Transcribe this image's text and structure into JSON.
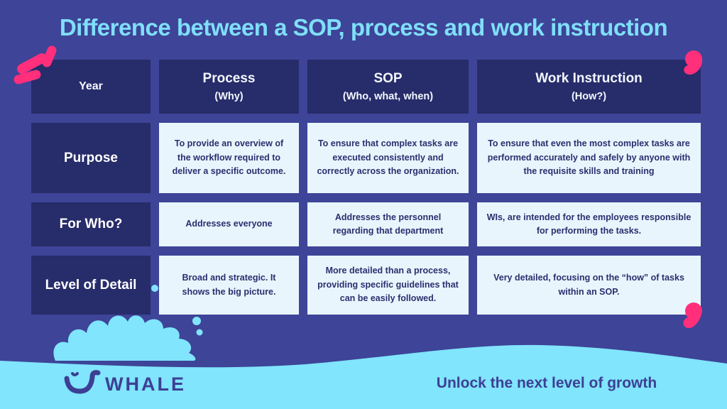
{
  "title": "Difference between a SOP, process and work instruction",
  "table": {
    "corner_label": "Year",
    "columns": [
      {
        "name": "Process",
        "subtitle": "(Why)"
      },
      {
        "name": "SOP",
        "subtitle": "(Who, what, when)"
      },
      {
        "name": "Work Instruction",
        "subtitle": "(How?)"
      }
    ],
    "rows": [
      {
        "label": "Purpose",
        "cells": [
          "To provide an overview of the workflow required to deliver a specific outcome.",
          "To ensure that complex tasks are executed consistently and correctly across the organization.",
          "To ensure that even the most complex tasks are performed accurately and safely by anyone with the requisite skills and training"
        ]
      },
      {
        "label": "For Who?",
        "cells": [
          "Addresses everyone",
          "Addresses the personnel regarding that department",
          "WIs, are intended for the employees responsible for performing the tasks."
        ]
      },
      {
        "label": "Level of Detail",
        "cells": [
          "Broad and strategic. It shows the big picture.",
          "More detailed than a process, providing specific guidelines that can be easily followed.",
          "Very detailed, focusing on the “how” of tasks within an SOP."
        ]
      }
    ]
  },
  "footer": {
    "brand": "WHALE",
    "tagline": "Unlock the next level of growth"
  },
  "icons": {
    "logo": "whale-smile-icon",
    "decorations": [
      "sparkle-dashes-icon",
      "pink-blob-top-right",
      "pink-blob-bottom-right",
      "paint-splash",
      "wave"
    ]
  },
  "colors": {
    "background": "#3e4497",
    "navy_cell": "#272c6a",
    "light_cell": "#e8f5fd",
    "cell_text": "#2b2f6e",
    "title_cyan": "#7fdffa",
    "wave_cyan": "#80e5fd",
    "accent_pink": "#ff2f7b",
    "footer_navy": "#3d3f94"
  }
}
